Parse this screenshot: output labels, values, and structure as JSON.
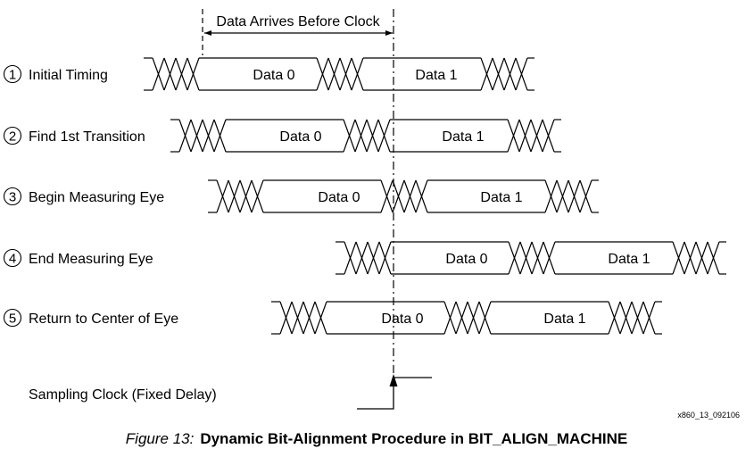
{
  "header": {
    "annotation": "Data Arrives Before Clock"
  },
  "rows": [
    {
      "number": "1",
      "label": "Initial Timing",
      "data_labels": [
        "Data 0",
        "Data 1"
      ]
    },
    {
      "number": "2",
      "label": "Find 1st Transition",
      "data_labels": [
        "Data 0",
        "Data 1"
      ]
    },
    {
      "number": "3",
      "label": "Begin Measuring Eye",
      "data_labels": [
        "Data 0",
        "Data 1"
      ]
    },
    {
      "number": "4",
      "label": "End Measuring Eye",
      "data_labels": [
        "Data 0",
        "Data 1"
      ]
    },
    {
      "number": "5",
      "label": "Return to Center of Eye",
      "data_labels": [
        "Data 0",
        "Data 1"
      ]
    }
  ],
  "clock": {
    "label": "Sampling Clock (Fixed Delay)"
  },
  "figure_id": "x860_13_092106",
  "caption": {
    "prefix": "Figure 13:",
    "title": "Dynamic Bit-Alignment Procedure in BIT_ALIGN_MACHINE"
  }
}
